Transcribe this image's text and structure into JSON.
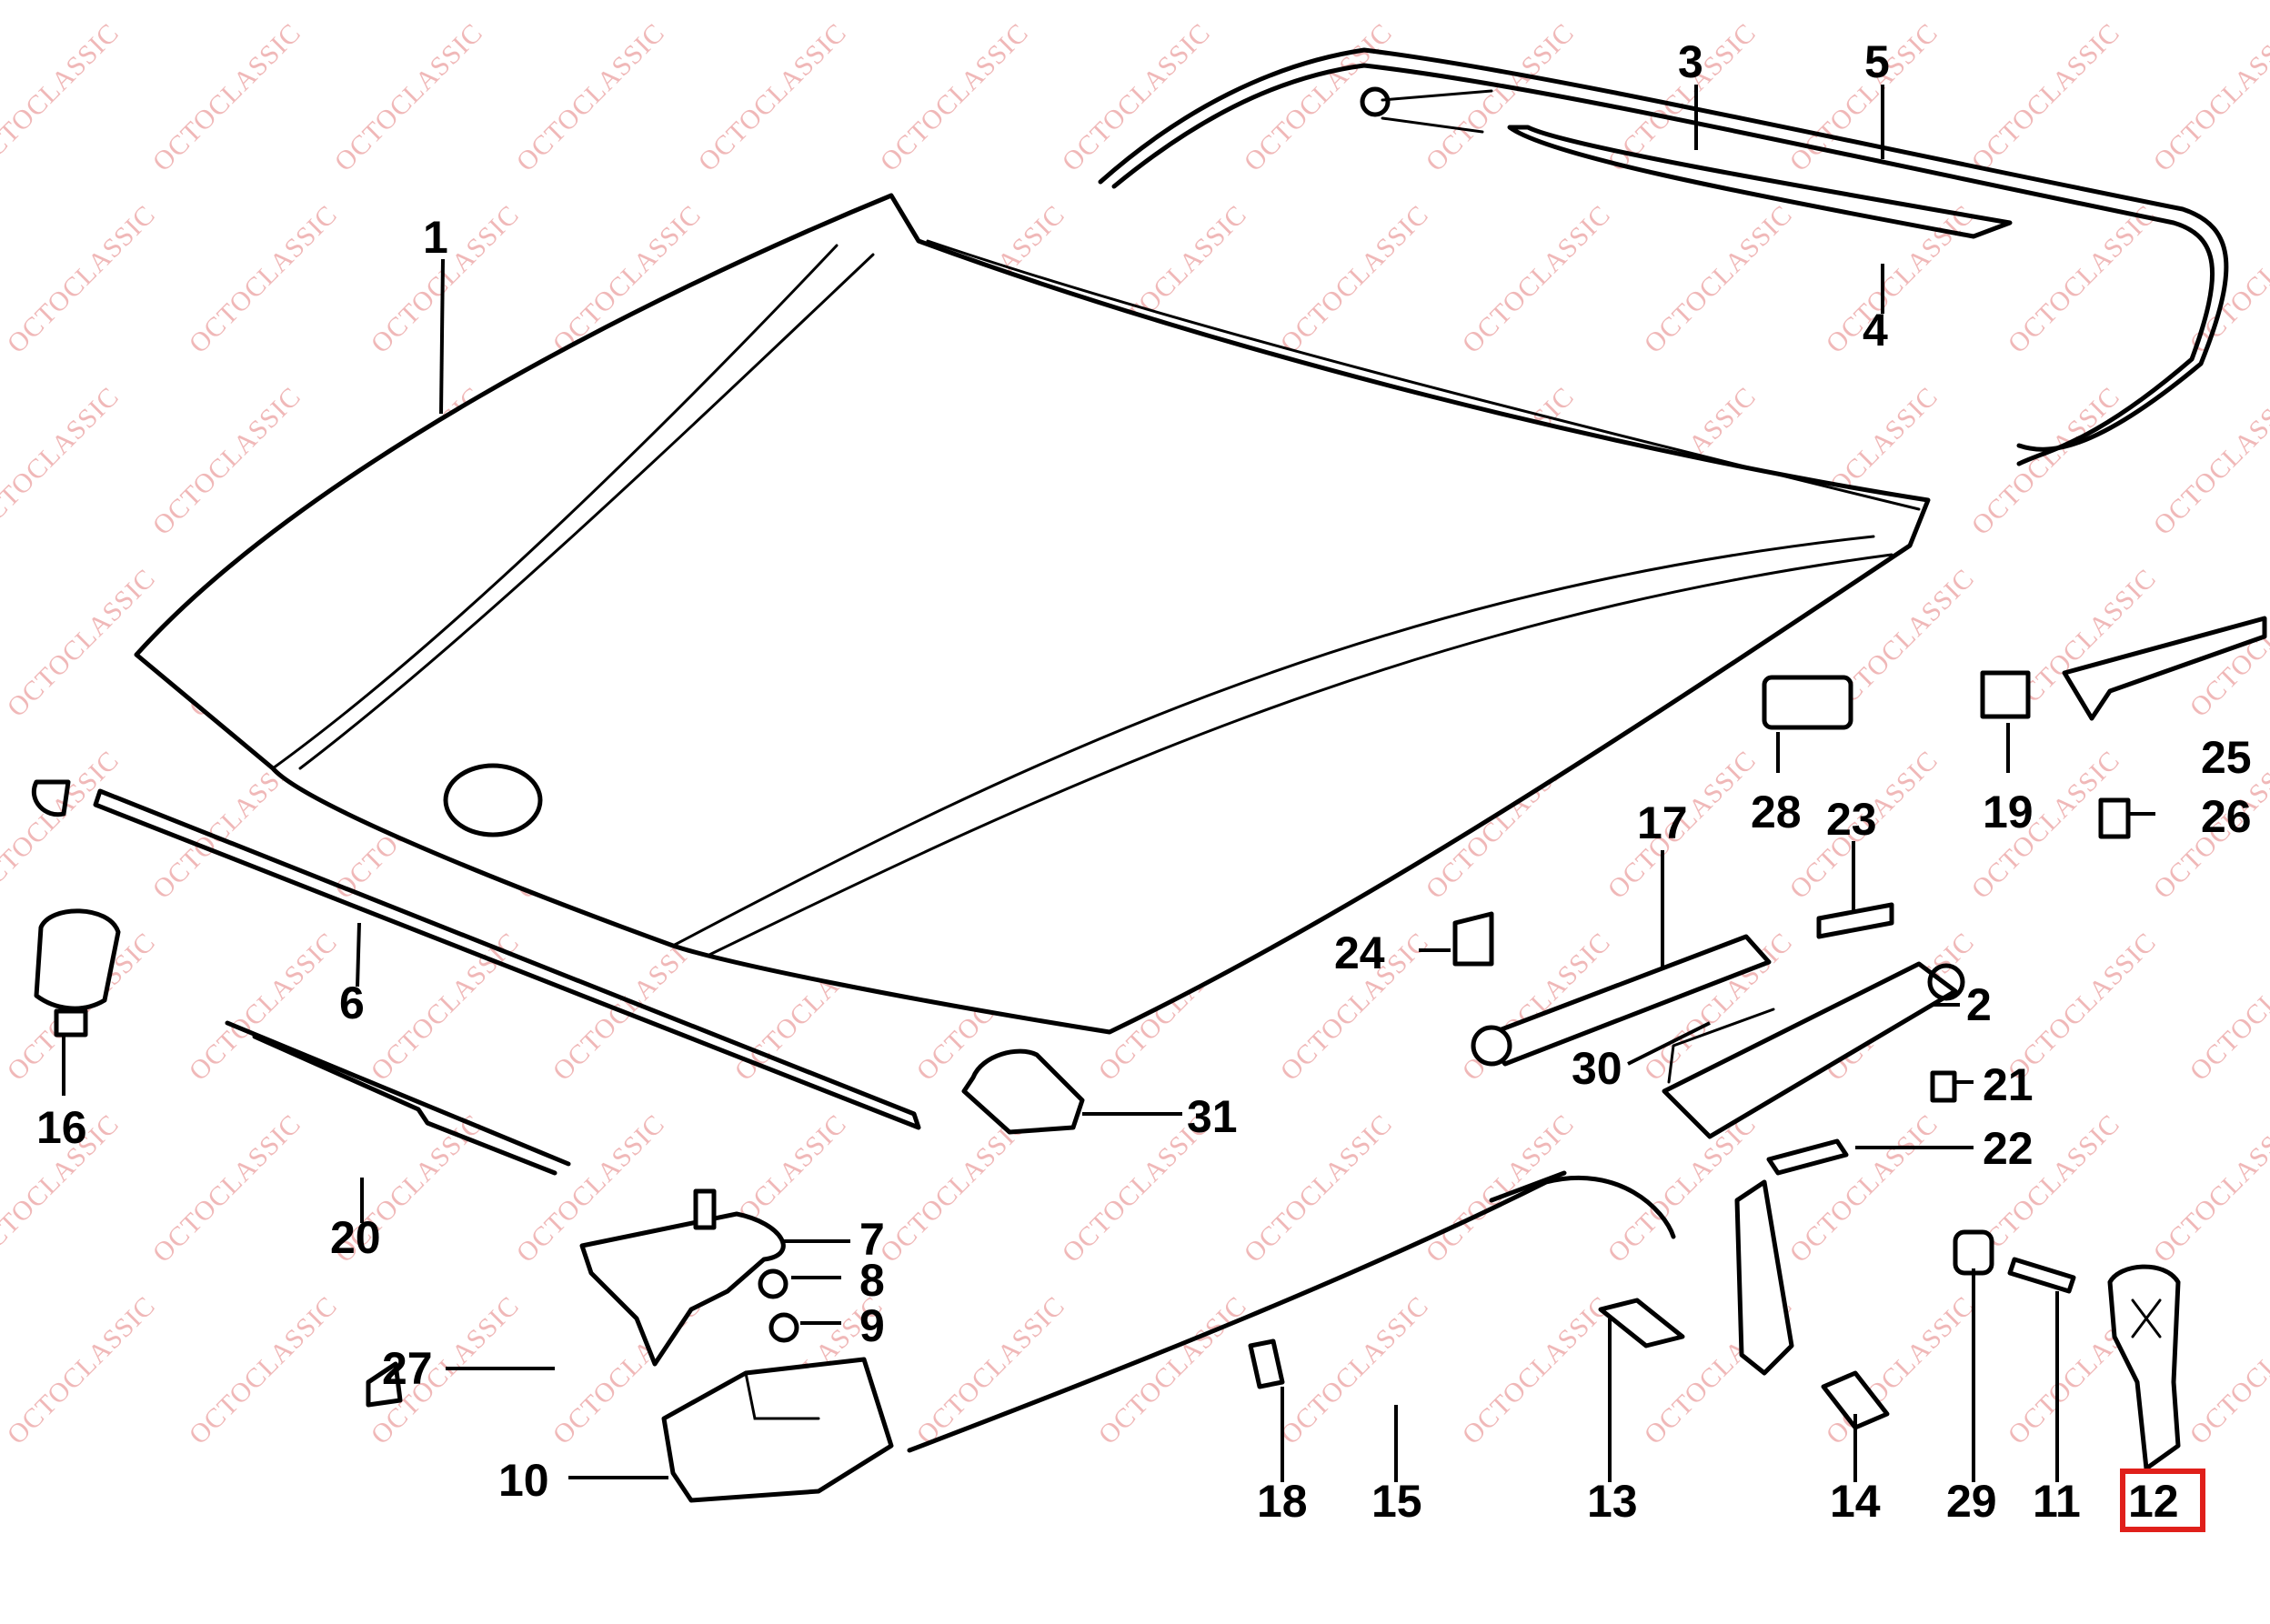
{
  "watermark": {
    "text": "OCTOCLASSIC",
    "color": "#f0b8b8"
  },
  "highlight": {
    "part": "12",
    "color": "#e0201b"
  },
  "callouts": [
    "1",
    "2",
    "3",
    "4",
    "5",
    "6",
    "7",
    "8",
    "9",
    "10",
    "11",
    "12",
    "13",
    "14",
    "15",
    "16",
    "17",
    "18",
    "19",
    "20",
    "21",
    "22",
    "23",
    "24",
    "25",
    "26",
    "27",
    "28",
    "29",
    "30",
    "31"
  ]
}
